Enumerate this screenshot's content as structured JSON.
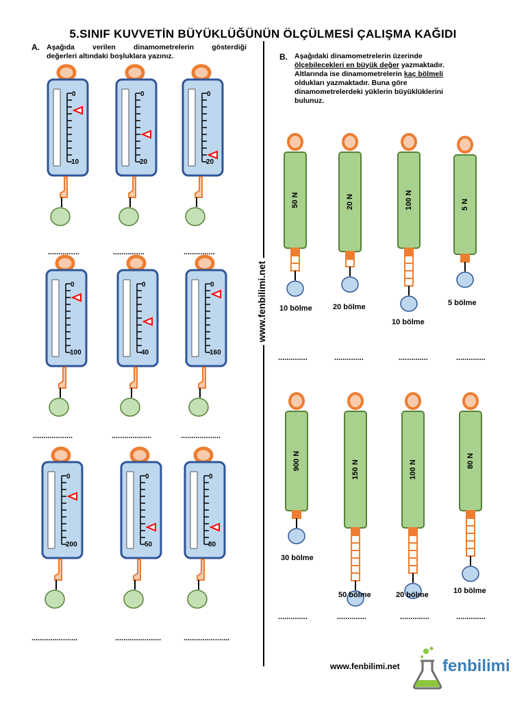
{
  "title": "5.SINIF KUVVETİN BÜYÜKLÜĞÜNÜN  ÖLÇÜLMESİ ÇALIŞMA KAĞIDI",
  "section_a": {
    "letter": "A.",
    "instruction_line1": "Aşağıda verilen dinamometrelerin gösterdiği",
    "instruction_line2": "değerleri altındaki boşluklara yazınız.",
    "dynamometers": [
      {
        "min": "0",
        "max": "10",
        "pointer": 0.25,
        "blank": "..............."
      },
      {
        "min": "0",
        "max": "20",
        "pointer": 0.6,
        "blank": "..............."
      },
      {
        "min": "0",
        "max": "20",
        "pointer": 0.9,
        "blank": "..............."
      },
      {
        "min": "0",
        "max": "100",
        "pointer": 0.2,
        "blank": "..................."
      },
      {
        "min": "0",
        "max": "40",
        "pointer": 0.55,
        "blank": "..................."
      },
      {
        "min": "0",
        "max": "160",
        "pointer": 0.15,
        "blank": "..................."
      },
      {
        "min": "0",
        "max": "200",
        "pointer": 0.3,
        "blank": "......................"
      },
      {
        "min": "0",
        "max": "50",
        "pointer": 0.75,
        "blank": "......................"
      },
      {
        "min": "0",
        "max": "80",
        "pointer": 0.75,
        "blank": "......................"
      }
    ]
  },
  "section_b": {
    "letter": "B.",
    "line1": "Aşağıdaki dinamometrelerin üzerinde",
    "line2_underlined": "ölçebilecekleri en büyük değer",
    "line2_rest": " yazmaktadır.",
    "line3_start": "Altlarında ise dinamometrelerin ",
    "line3_underlined": "kaç bölmeli",
    "line4": "oldukları yazmaktadır. Buna göre",
    "line5": "dinamometrelerdeki yüklerin büyüklüklerini",
    "line6": "bulunuz.",
    "dynamometers": [
      {
        "capacity": "50 N",
        "divisions": "10 bölme",
        "blank": ".............."
      },
      {
        "capacity": "20 N",
        "divisions": "20 bölme",
        "blank": ".............."
      },
      {
        "capacity": "100 N",
        "divisions": "10 bölme",
        "blank": ".............."
      },
      {
        "capacity": "5 N",
        "divisions": "5 bölme",
        "blank": ".............."
      },
      {
        "capacity": "900 N",
        "divisions": "30 bölme",
        "blank": ".............."
      },
      {
        "capacity": "150 N",
        "divisions": "50 bölme",
        "blank": ".............."
      },
      {
        "capacity": "100 N",
        "divisions": "20 bölme",
        "blank": ".............."
      },
      {
        "capacity": "80 N",
        "divisions": "10 bölme",
        "blank": ".............."
      }
    ]
  },
  "vertical_url": "www.fenbilimi.net",
  "footer_url": "www.fenbilimi.net",
  "logo_text": "fenbilimi",
  "colors": {
    "body_blue": "#bdd7ee",
    "frame_blue": "#2f5597",
    "ring_orange": "#ed7d31",
    "ring_fill": "#f8cbad",
    "spring_green": "#a9d18e",
    "spring_green_edge": "#548235",
    "weight_green": "#c5e0b4",
    "weight_blue": "#bdd7ee",
    "pointer_red": "#ff0000",
    "logo_blue": "#3b7fb6"
  }
}
